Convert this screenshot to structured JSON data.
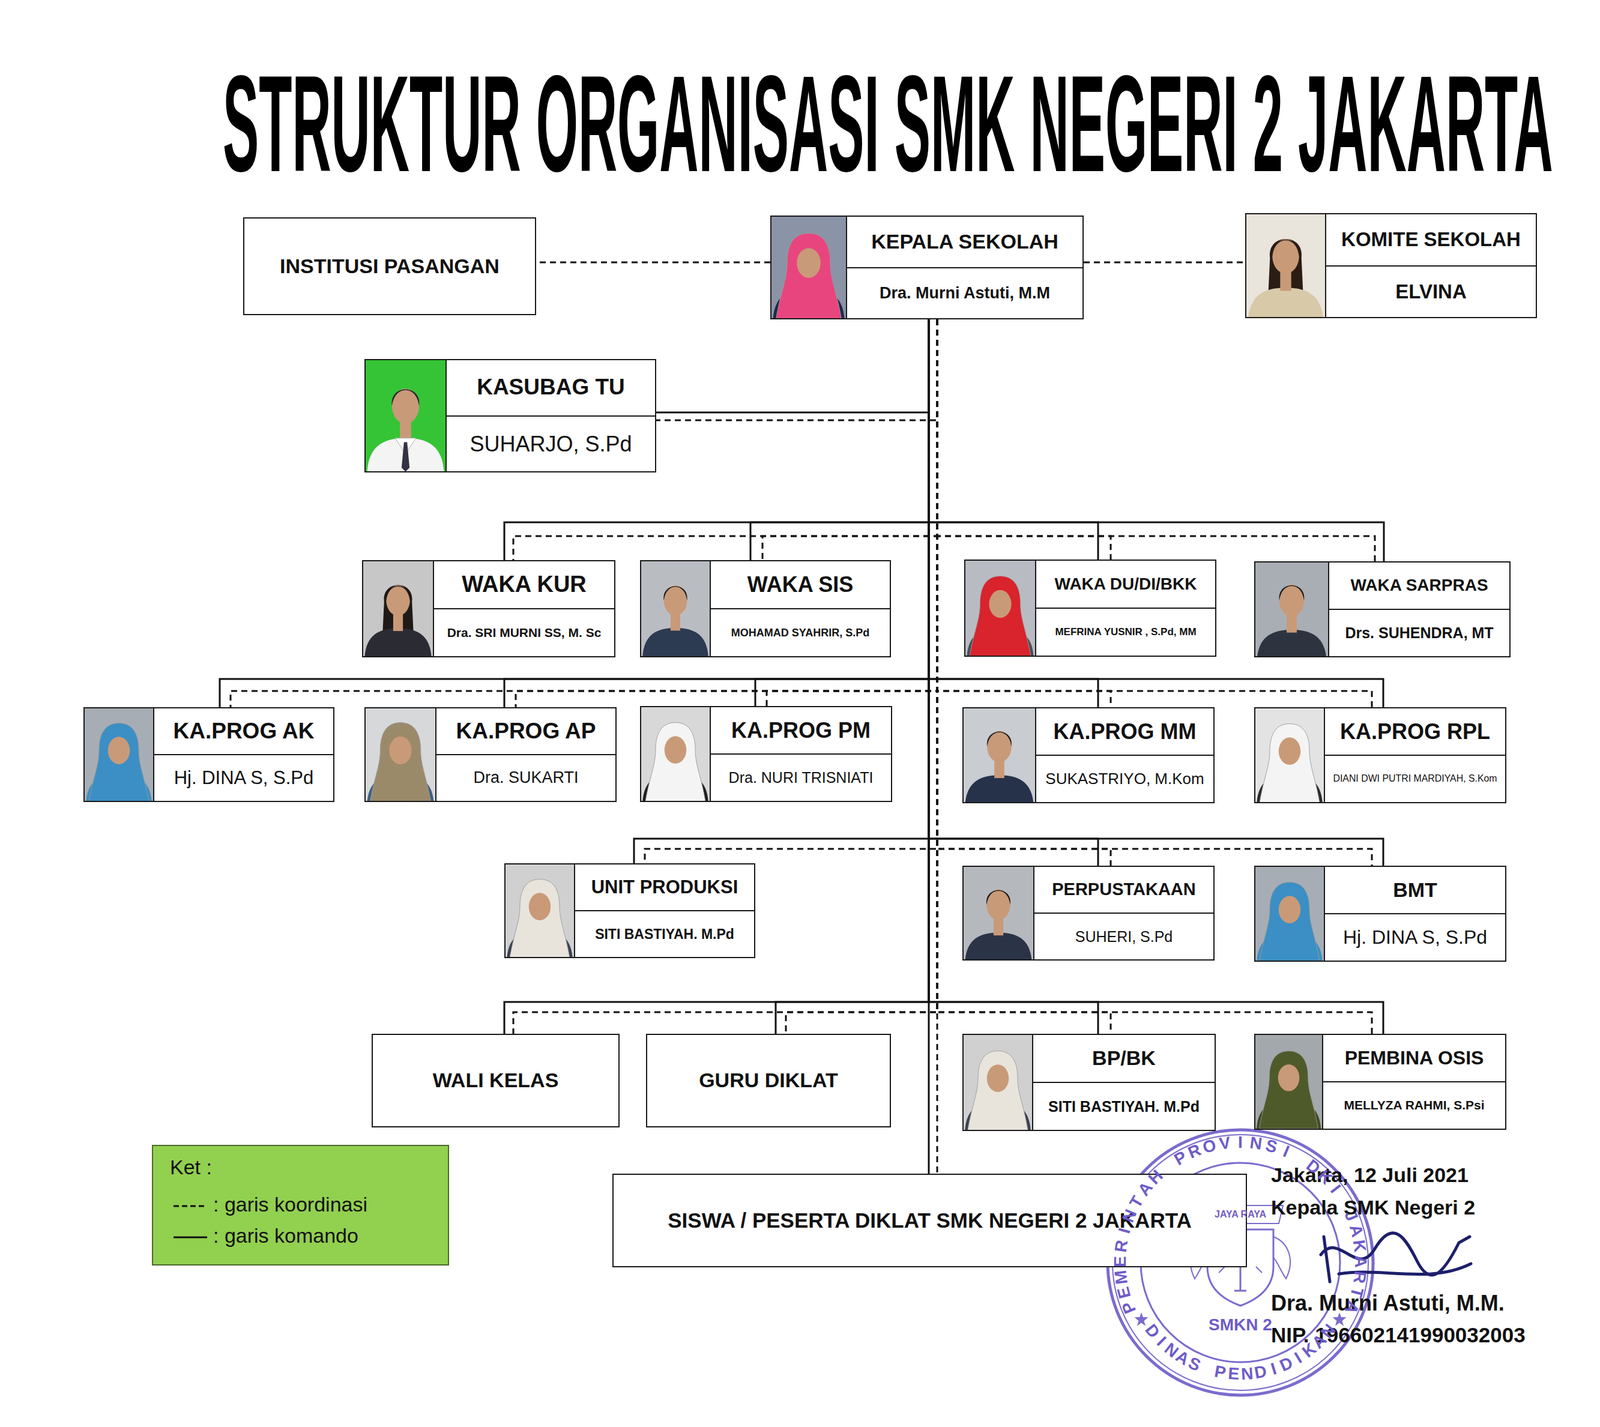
{
  "diagram": {
    "title": "STRUKTUR ORGANISASI SMK NEGERI 2 JAKARTA",
    "nodes": [
      {
        "text": [
          "INSTITUSI PASANGAN"
        ]
      },
      {
        "text": [
          "KEPALA SEKOLAH",
          "Dra. Murni Astuti, M.M"
        ]
      },
      {
        "text": [
          "KOMITE SEKOLAH",
          "ELVINA"
        ]
      },
      {
        "text": [
          "KASUBAG TU",
          "SUHARJO, S.Pd"
        ]
      },
      {
        "text": [
          "WAKA KUR",
          "Dra. SRI MURNI SS, M. Sc"
        ]
      },
      {
        "text": [
          "WAKA SIS",
          "MOHAMAD SYAHRIR, S.Pd"
        ]
      },
      {
        "text": [
          "WAKA DU/DI/BKK",
          "MEFRINA YUSNIR , S.Pd, MM"
        ]
      },
      {
        "text": [
          "WAKA SARPRAS",
          "Drs. SUHENDRA, MT"
        ]
      },
      {
        "text": [
          "KA.PROG AK",
          "Hj. DINA S, S.Pd"
        ]
      },
      {
        "text": [
          "KA.PROG AP",
          "Dra. SUKARTI"
        ]
      },
      {
        "text": [
          "KA.PROG PM",
          "Dra. NURI TRISNIATI"
        ]
      },
      {
        "text": [
          "KA.PROG MM",
          "SUKASTRIYO, M.Kom"
        ]
      },
      {
        "text": [
          "KA.PROG RPL",
          "DIANI DWI PUTRI MARDIYAH, S.Kom"
        ]
      },
      {
        "text": [
          "UNIT PRODUKSI",
          "SITI BASTIYAH. M.Pd"
        ]
      },
      {
        "text": [
          "PERPUSTAKAAN",
          "SUHERI, S.Pd"
        ]
      },
      {
        "text": [
          "BMT",
          "Hj. DINA S, S.Pd"
        ]
      },
      {
        "text": [
          "WALI KELAS"
        ]
      },
      {
        "text": [
          "GURU DIKLAT"
        ]
      },
      {
        "text": [
          "BP/BK",
          "SITI BASTIYAH. M.Pd"
        ]
      },
      {
        "text": [
          "PEMBINA OSIS",
          "MELLYZA RAHMI, S.Psi"
        ]
      },
      {
        "text": [
          "SISWA / PESERTA DIKLAT SMK NEGERI 2 JAKARTA"
        ]
      }
    ],
    "edges": [
      {
        "from": 1,
        "to": 0,
        "arrow": "none"
      },
      {
        "from": 1,
        "to": 2,
        "arrow": "none"
      },
      {
        "from": 1,
        "to": 3,
        "arrow": "none"
      },
      {
        "from": 1,
        "to": 4,
        "arrow": "none"
      },
      {
        "from": 1,
        "to": 5,
        "arrow": "none"
      },
      {
        "from": 1,
        "to": 6,
        "arrow": "none"
      },
      {
        "from": 1,
        "to": 7,
        "arrow": "none"
      },
      {
        "from": 1,
        "to": 8,
        "arrow": "none"
      },
      {
        "from": 1,
        "to": 9,
        "arrow": "none"
      },
      {
        "from": 1,
        "to": 10,
        "arrow": "none"
      },
      {
        "from": 1,
        "to": 11,
        "arrow": "none"
      },
      {
        "from": 1,
        "to": 12,
        "arrow": "none"
      },
      {
        "from": 1,
        "to": 13,
        "arrow": "none"
      },
      {
        "from": 1,
        "to": 14,
        "arrow": "none"
      },
      {
        "from": 1,
        "to": 15,
        "arrow": "none"
      },
      {
        "from": 1,
        "to": 16,
        "arrow": "none"
      },
      {
        "from": 1,
        "to": 17,
        "arrow": "none"
      },
      {
        "from": 1,
        "to": 18,
        "arrow": "none"
      },
      {
        "from": 1,
        "to": 19,
        "arrow": "none"
      },
      {
        "from": 1,
        "to": 20,
        "arrow": "none"
      }
    ],
    "labels": [
      "Ket :",
      "Jakarta, 12 Juli 2021",
      "Kepala SMK Negeri 2",
      "Dra. Murni Astuti, M.M.",
      "NIP. 196602141990032003",
      "PEMERINTAH PROVINSI DKI JAKARTA",
      "JAYA RAYA",
      "SMKN 2",
      "DINAS PENDIDIKAN"
    ],
    "legend": [
      {
        "text": ": garis koordinasi"
      },
      {
        "text": ": garis komando"
      }
    ]
  }
}
